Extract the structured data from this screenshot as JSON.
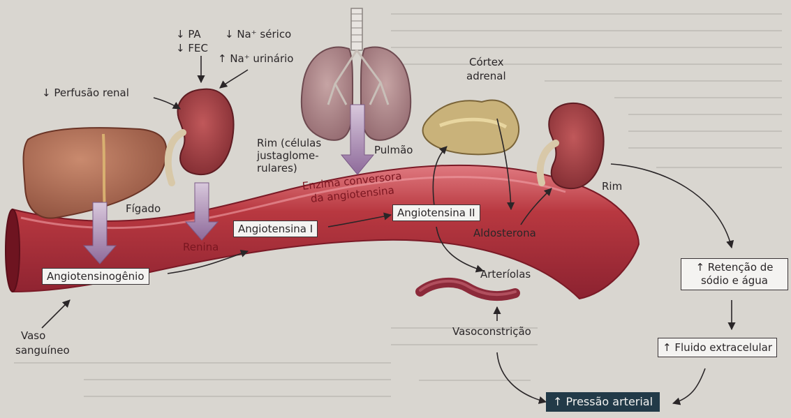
{
  "diagram": {
    "labels": {
      "pa": "↓ PA",
      "fec": "↓ FEC",
      "na_serico": "↓ Na⁺ sérico",
      "na_urinario": "↑ Na⁺ urinário",
      "perfusao": "↓ Perfusão renal",
      "rim_celulas": [
        "Rim (células",
        "justaglome-",
        "rulares)"
      ],
      "figado": "Fígado",
      "renina": "Renina",
      "pulmao": "Pulmão",
      "enzima": [
        "Enzima conversora",
        "da angiotensina"
      ],
      "cortex": [
        "Córtex",
        "adrenal"
      ],
      "aldosterona": "Aldosterona",
      "arteriolas": "Arteríolas",
      "vasoconstricao": "Vasoconstrição",
      "rim": "Rim",
      "vaso": [
        "Vaso",
        "sanguíneo"
      ]
    },
    "boxes": {
      "angiotensinogenio": "Angiotensinogênio",
      "angiotensina_1": "Angiotensina I",
      "angiotensina_2": "Angiotensina II",
      "retencao": [
        "↑ Retenção de",
        "sódio e água"
      ],
      "fluido": "↑ Fluido extracelular",
      "pressao": "↑ Pressão arterial"
    },
    "colors": {
      "vessel": "#b0333e",
      "vessel_light": "#d9606a",
      "organ": "#9b3a3e",
      "liver": "#a8684f",
      "lung": "#9a7070",
      "adrenal": "#c9b27a",
      "arrow_purple": "#9d7aa8",
      "dark_box": "#223a48",
      "page": "#d9d6d0"
    },
    "icons": [
      "liver-icon",
      "kidney-icon",
      "lungs-icon",
      "adrenal-gland-icon",
      "arteriole-icon",
      "blood-vessel-icon"
    ]
  }
}
